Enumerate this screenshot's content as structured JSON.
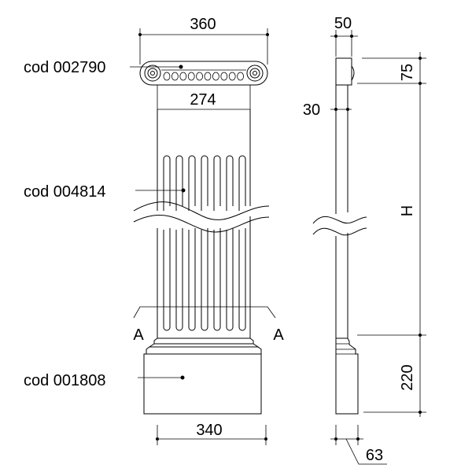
{
  "codes": {
    "capital": "cod 002790",
    "shaft": "cod 004814",
    "base": "cod 001808"
  },
  "dimensions": {
    "top_width": "360",
    "shaft_width": "274",
    "base_width": "340",
    "side_top_width": "50",
    "capital_height": "75",
    "shaft_offset": "30",
    "shaft_height": "H",
    "base_height": "220",
    "side_base_width": "63"
  },
  "section": {
    "left": "A",
    "right": "A"
  }
}
